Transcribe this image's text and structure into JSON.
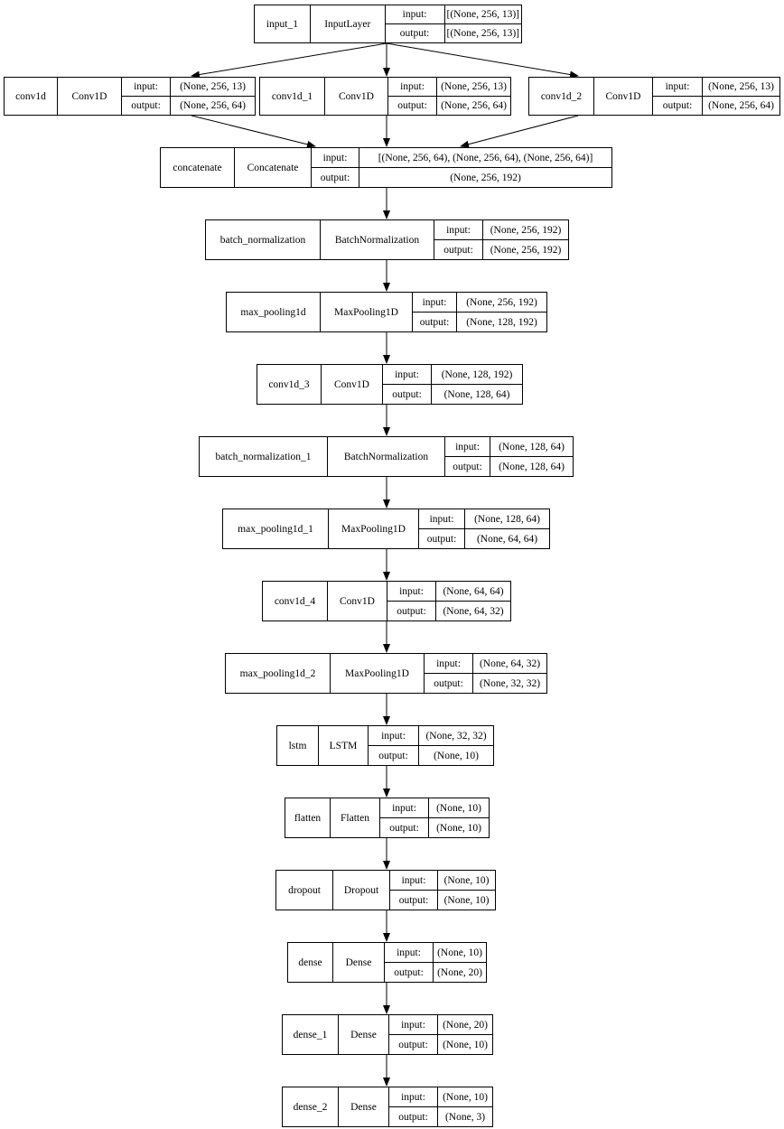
{
  "io_labels": {
    "input": "input:",
    "output": "output:"
  },
  "layers": [
    {
      "name": "input_1",
      "type": "InputLayer",
      "input": "[(None, 256, 13)]",
      "output": "[(None, 256, 13)]"
    },
    {
      "name": "conv1d",
      "type": "Conv1D",
      "input": "(None, 256, 13)",
      "output": "(None, 256, 64)"
    },
    {
      "name": "conv1d_1",
      "type": "Conv1D",
      "input": "(None, 256, 13)",
      "output": "(None, 256, 64)"
    },
    {
      "name": "conv1d_2",
      "type": "Conv1D",
      "input": "(None, 256, 13)",
      "output": "(None, 256, 64)"
    },
    {
      "name": "concatenate",
      "type": "Concatenate",
      "input": "[(None, 256, 64), (None, 256, 64), (None, 256, 64)]",
      "output": "(None, 256, 192)"
    },
    {
      "name": "batch_normalization",
      "type": "BatchNormalization",
      "input": "(None, 256, 192)",
      "output": "(None, 256, 192)"
    },
    {
      "name": "max_pooling1d",
      "type": "MaxPooling1D",
      "input": "(None, 256, 192)",
      "output": "(None, 128, 192)"
    },
    {
      "name": "conv1d_3",
      "type": "Conv1D",
      "input": "(None, 128, 192)",
      "output": "(None, 128, 64)"
    },
    {
      "name": "batch_normalization_1",
      "type": "BatchNormalization",
      "input": "(None, 128, 64)",
      "output": "(None, 128, 64)"
    },
    {
      "name": "max_pooling1d_1",
      "type": "MaxPooling1D",
      "input": "(None, 128, 64)",
      "output": "(None, 64, 64)"
    },
    {
      "name": "conv1d_4",
      "type": "Conv1D",
      "input": "(None, 64, 64)",
      "output": "(None, 64, 32)"
    },
    {
      "name": "max_pooling1d_2",
      "type": "MaxPooling1D",
      "input": "(None, 64, 32)",
      "output": "(None, 32, 32)"
    },
    {
      "name": "lstm",
      "type": "LSTM",
      "input": "(None, 32, 32)",
      "output": "(None, 10)"
    },
    {
      "name": "flatten",
      "type": "Flatten",
      "input": "(None, 10)",
      "output": "(None, 10)"
    },
    {
      "name": "dropout",
      "type": "Dropout",
      "input": "(None, 10)",
      "output": "(None, 10)"
    },
    {
      "name": "dense",
      "type": "Dense",
      "input": "(None, 10)",
      "output": "(None, 20)"
    },
    {
      "name": "dense_1",
      "type": "Dense",
      "input": "(None, 20)",
      "output": "(None, 10)"
    },
    {
      "name": "dense_2",
      "type": "Dense",
      "input": "(None, 10)",
      "output": "(None, 3)"
    }
  ],
  "edges": [
    [
      "input_1",
      "conv1d"
    ],
    [
      "input_1",
      "conv1d_1"
    ],
    [
      "input_1",
      "conv1d_2"
    ],
    [
      "conv1d",
      "concatenate"
    ],
    [
      "conv1d_1",
      "concatenate"
    ],
    [
      "conv1d_2",
      "concatenate"
    ],
    [
      "concatenate",
      "batch_normalization"
    ],
    [
      "batch_normalization",
      "max_pooling1d"
    ],
    [
      "max_pooling1d",
      "conv1d_3"
    ],
    [
      "conv1d_3",
      "batch_normalization_1"
    ],
    [
      "batch_normalization_1",
      "max_pooling1d_1"
    ],
    [
      "max_pooling1d_1",
      "conv1d_4"
    ],
    [
      "conv1d_4",
      "max_pooling1d_2"
    ],
    [
      "max_pooling1d_2",
      "lstm"
    ],
    [
      "lstm",
      "flatten"
    ],
    [
      "flatten",
      "dropout"
    ],
    [
      "dropout",
      "dense"
    ],
    [
      "dense",
      "dense_1"
    ],
    [
      "dense_1",
      "dense_2"
    ]
  ]
}
